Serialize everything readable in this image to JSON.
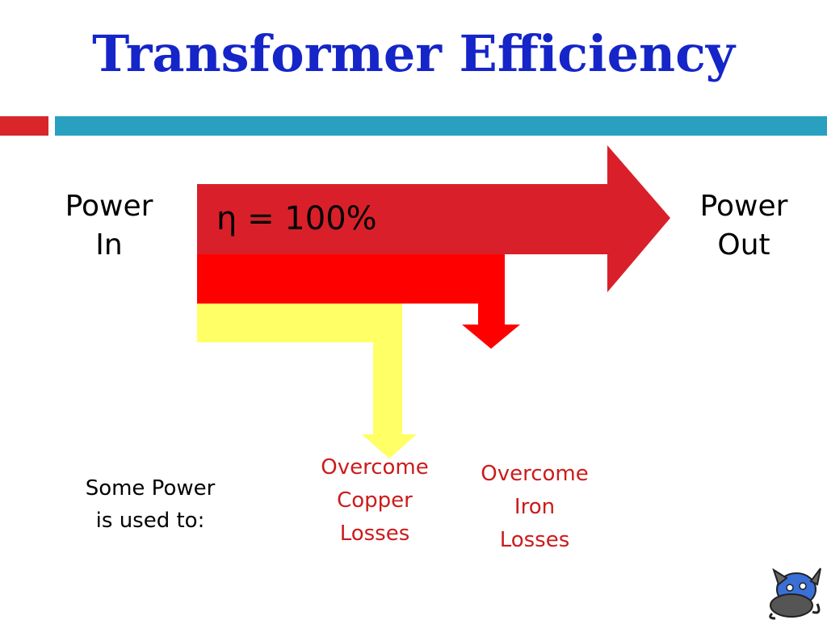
{
  "title": "Transformer Efficiency",
  "colors": {
    "title": "#1525c8",
    "accent_bar_left": "#d9262b",
    "accent_bar_right": "#2aa0c0",
    "main_arrow": "#d9202a",
    "iron_loss_flow": "#ff0000",
    "copper_loss_flow": "#ffff66",
    "loss_text": "#cc1b1b"
  },
  "labels": {
    "power_in": [
      "Power",
      "In"
    ],
    "power_out": [
      "Power",
      "Out"
    ],
    "efficiency": "η = 100%",
    "some_power": [
      "Some Power",
      "is used to:"
    ],
    "copper_losses": [
      "Overcome",
      "Copper",
      "Losses"
    ],
    "iron_losses": [
      "Overcome",
      "Iron",
      "Losses"
    ]
  },
  "icons": {
    "mascot": "cartoon-cat-icon"
  }
}
